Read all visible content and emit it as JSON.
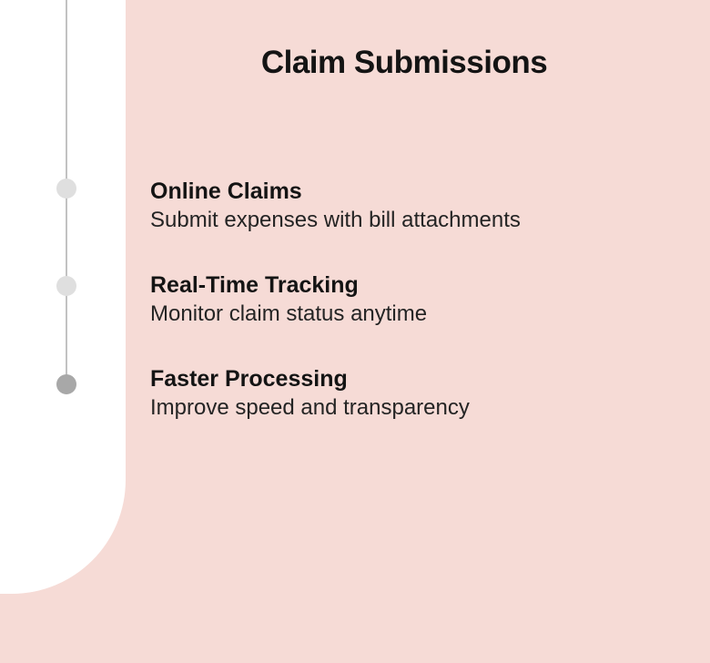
{
  "slide": {
    "title": "Claim Submissions"
  },
  "timeline": {
    "items": [
      {
        "heading": "Online Claims",
        "description": "Submit expenses with bill attachments",
        "dot_color": "#dfdfdf"
      },
      {
        "heading": "Real-Time Tracking",
        "description": "Monitor claim status anytime",
        "dot_color": "#dfdfdf"
      },
      {
        "heading": "Faster Processing",
        "description": "Improve speed and transparency",
        "dot_color": "#a8a8a8"
      }
    ]
  },
  "colors": {
    "background": "#f6dbd6",
    "panel": "#ffffff",
    "timeline_line": "#c2c2c2",
    "heading_text": "#141414",
    "body_text": "#242424"
  }
}
